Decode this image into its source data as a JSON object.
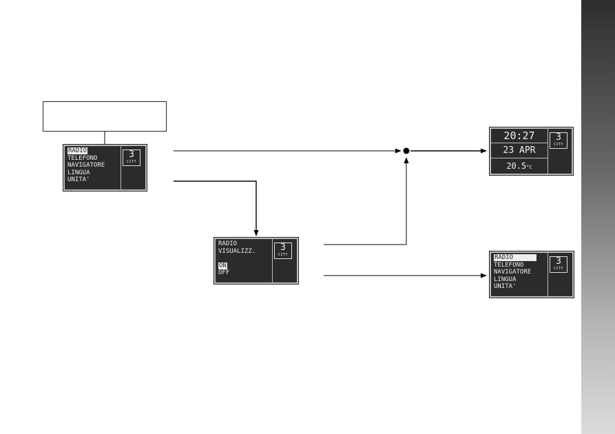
{
  "menu_display": {
    "items": [
      "RADIO",
      "TELEFONO",
      "NAVIGATORE",
      "LINGUA",
      "UNITA'"
    ],
    "selected": "RADIO",
    "badge_number": "3",
    "badge_label": "CITY"
  },
  "radio_display": {
    "line1": "RADIO",
    "line2": "VISUALIZZ.",
    "option_on": "ON",
    "option_off": "OFF",
    "badge_number": "3",
    "badge_label": "CITY"
  },
  "clock_display": {
    "time": "20:27",
    "date": "23 APR",
    "temperature": "20.5",
    "temperature_unit": "°C",
    "badge_number": "3",
    "badge_label": "CITY"
  },
  "result_menu_display": {
    "items": [
      "RADIO",
      "TELEFONO",
      "NAVIGATORE",
      "LINGUA",
      "UNITA'"
    ],
    "selected": "RADIO",
    "badge_number": "3",
    "badge_label": "CITY"
  },
  "colors": {
    "lcd_bg": "#2b2b2b",
    "lcd_text": "#eeeeee",
    "line": "#000000"
  }
}
